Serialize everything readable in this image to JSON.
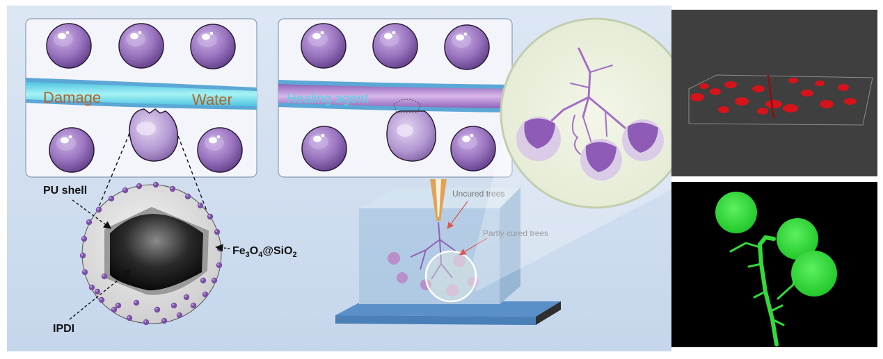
{
  "panel_a": {
    "damage_label": "Damage",
    "water_label": "Water"
  },
  "panel_b": {
    "healing_label": "Healing agent"
  },
  "microcapsule": {
    "shell_label": "PU shell",
    "core_label": "IPDI",
    "particle_label_main": "Fe",
    "particle_sub1": "3",
    "particle_mid": "O",
    "particle_sub2": "4",
    "particle_mid2": "@SiO",
    "particle_sub3": "2"
  },
  "block": {
    "uncured_label": "Uncured trees",
    "partly_label": "Partly cured trees"
  },
  "colors": {
    "capsule_purple": "#9a74bf",
    "water_cyan": "#7fe6ea",
    "healing_purple": "#b37fd0",
    "label_brown": "#b4642a",
    "ct_red": "#d4141a",
    "fluor_green": "#3de042"
  }
}
